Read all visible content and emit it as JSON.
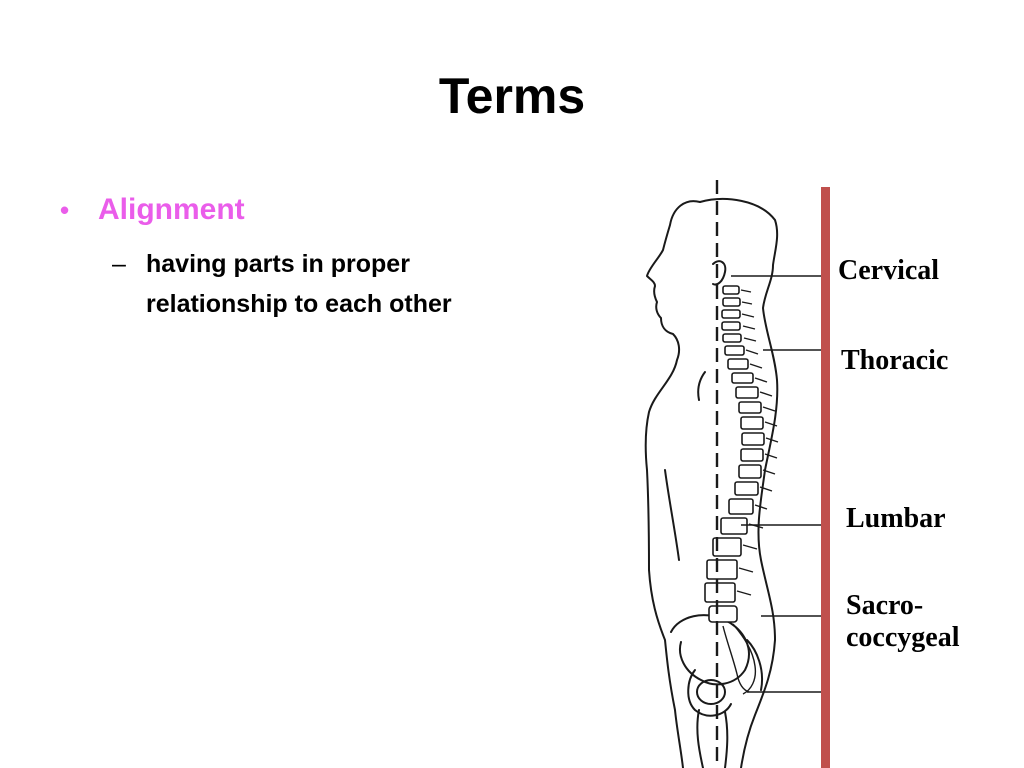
{
  "slide": {
    "title": "Terms",
    "bullet": {
      "symbol": "•",
      "text": "Alignment",
      "color": "#ea5dea"
    },
    "sub_bullet": {
      "symbol": "–",
      "text": "having parts in proper relationship to each other"
    }
  },
  "figure": {
    "labels": {
      "cervical": "Cervical",
      "thoracic": "Thoracic",
      "lumbar": "Lumbar",
      "sacro_line1": "Sacro-",
      "sacro_line2": "coccygeal"
    },
    "reference_line_color": "#c0504d"
  }
}
